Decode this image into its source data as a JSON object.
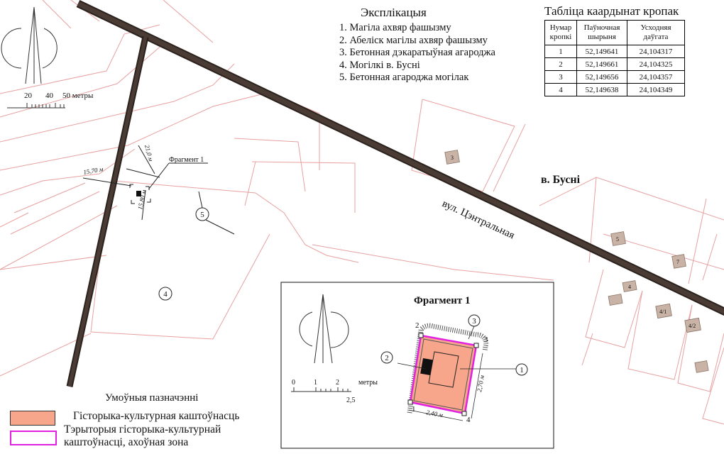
{
  "explication": {
    "title": "Эксплікацыя",
    "items": [
      "1. Магіла ахвяр фашызму",
      "2. Абеліск магілы ахвяр фашызму",
      "3. Бетонная дэкаратыўная агароджа",
      "4. Могілкі в. Бусні",
      "5. Бетонная агароджа могілак"
    ]
  },
  "coords_table": {
    "title": "Табліца каардынат кропак",
    "headers": [
      "Нумар кропкі",
      "Паўночная шырыня",
      "Усходняя даўгата"
    ],
    "rows": [
      [
        "1",
        "52,149641",
        "24,104317"
      ],
      [
        "2",
        "52,149661",
        "24,104325"
      ],
      [
        "3",
        "52,149656",
        "24,104357"
      ],
      [
        "4",
        "52,149638",
        "24,104349"
      ]
    ]
  },
  "map": {
    "scale_labels": [
      "20",
      "40",
      "50 метры"
    ],
    "village_label": "в. Бусні",
    "street_label": "вул. Цэнтральная",
    "fragment_ref": "Фрагмент 1",
    "dim_15_70": "15,70 м",
    "dim_21_0": "21,0 м",
    "dim_15_80": "15,80 м",
    "marker_5": "5",
    "marker_4": "4",
    "lot_labels": [
      "3",
      "5",
      "7",
      "4",
      "4/1",
      "4/2"
    ]
  },
  "inset": {
    "title": "Фрагмент 1",
    "scale_labels": [
      "0",
      "1",
      "2",
      "метры",
      "2,5"
    ],
    "point_labels": [
      "1",
      "2",
      "3",
      "4"
    ],
    "callouts": [
      "1",
      "2",
      "3"
    ],
    "dim_width": "2,40 м",
    "dim_height": "2,70 м"
  },
  "legend": {
    "title": "Умоўныя пазначэнні",
    "item1": "Гісторыка-культурная каштоўнасць",
    "item2": "Тэрыторыя гісторыка-культурнай каштоўнасці, ахоўная зона"
  },
  "colors": {
    "heritage_fill": "#f7a68c",
    "protection_zone": "#e022e0",
    "road": "#3b2f2a",
    "parcel_line": "#e8a0a0"
  }
}
